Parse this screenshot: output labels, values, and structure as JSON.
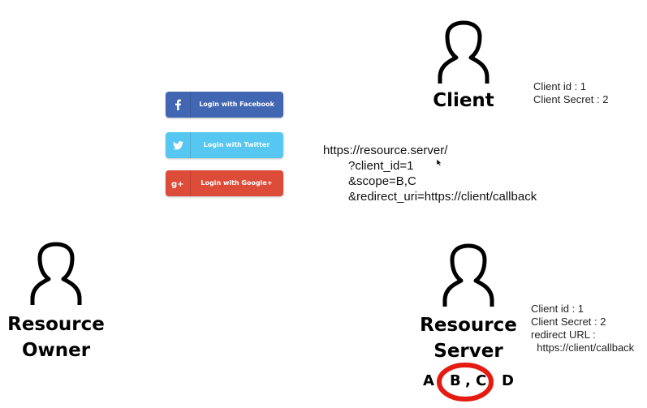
{
  "actors": {
    "client": {
      "label": "Client"
    },
    "resource_owner": {
      "line1": "Resource",
      "line2": "Owner"
    },
    "resource_server": {
      "line1": "Resource",
      "line2": "Server"
    }
  },
  "client_info": [
    "Client id : 1",
    "Client Secret : 2"
  ],
  "server_info": [
    "Client id : 1",
    "Client Secret : 2",
    "redirect URL :",
    "  https://client/callback"
  ],
  "auth_url": [
    "https://resource.server/",
    "?client_id=1",
    "&scope=B,C",
    "&redirect_uri=https://client/callback"
  ],
  "login_buttons": [
    {
      "label": "Login with Facebook",
      "icon": "facebook-icon",
      "color": "#4267b2"
    },
    {
      "label": "Login with Twitter",
      "icon": "twitter-icon",
      "color": "#55c7f0"
    },
    {
      "label": "Login with Google+",
      "icon": "google-plus-icon",
      "color": "#dd4b39"
    }
  ],
  "scopes": {
    "a": "A",
    "b": "B",
    "comma": ",",
    "c": "C",
    "d": "D"
  },
  "colors": {
    "highlight": "#e51b12"
  }
}
